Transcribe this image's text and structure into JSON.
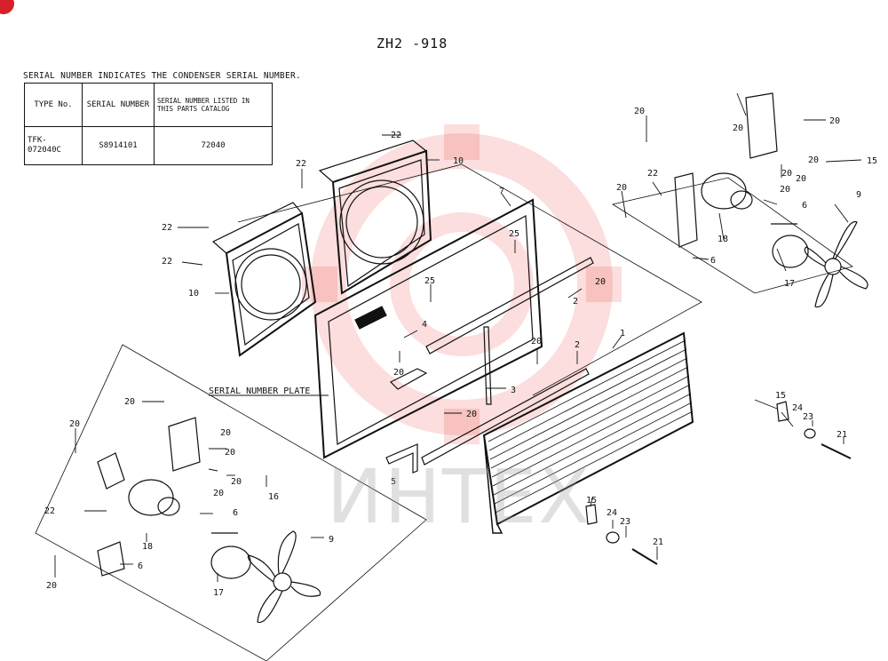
{
  "page": {
    "title": "ZH2 -918",
    "serial_note": "SERIAL NUMBER INDICATES THE CONDENSER SERIAL NUMBER.",
    "watermark": "ИНТЕХ"
  },
  "serial_table": {
    "headers": [
      "TYPE No.",
      "SERIAL NUMBER",
      "SERIAL NUMBER LISTED IN THIS PARTS CATALOG"
    ],
    "row": {
      "type": "TFK-072040C",
      "serial": "S8914101",
      "listed": "72040"
    }
  },
  "callouts": {
    "serial_plate": "SERIAL NUMBER PLATE",
    "n1": "1",
    "n2": "2",
    "n3": "3",
    "n4": "4",
    "n5": "5",
    "n6": "6",
    "n7": "7",
    "n9": "9",
    "n10": "10",
    "n15": "15",
    "n16": "16",
    "n17": "17",
    "n18": "18",
    "n20": "20",
    "n21": "21",
    "n22": "22",
    "n23": "23",
    "n24": "24",
    "n25": "25"
  },
  "colors": {
    "line": "#111111",
    "watermark": "#e8302a",
    "badge": "#d8202a"
  }
}
